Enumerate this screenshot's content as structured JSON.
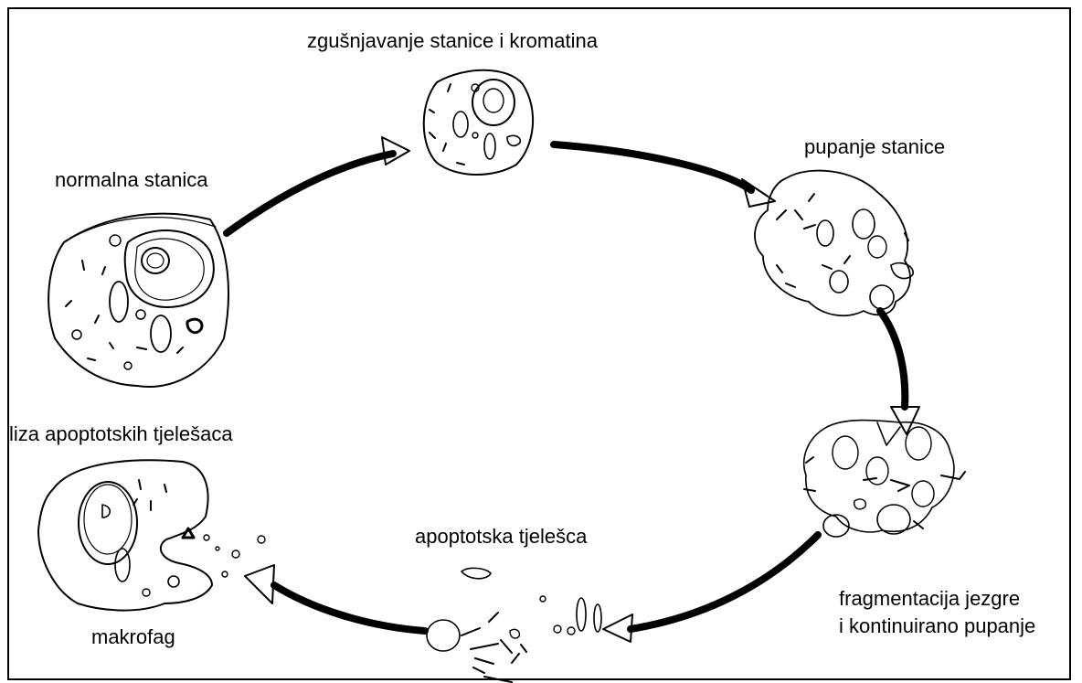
{
  "labels": {
    "normal_cell": "normalna stanica",
    "condensation": "zgušnjavanje stanice i kromatina",
    "budding": "pupanje stanice",
    "fragmentation_line1": "fragmentacija jezgre",
    "fragmentation_line2": "i kontinuirano pupanje",
    "apoptotic_bodies": "apoptotska tjelešca",
    "macrophage": "makrofag",
    "lysis": "liza apoptotskih tjelešaca"
  },
  "colors": {
    "ink": "#000000",
    "background": "#ffffff"
  }
}
